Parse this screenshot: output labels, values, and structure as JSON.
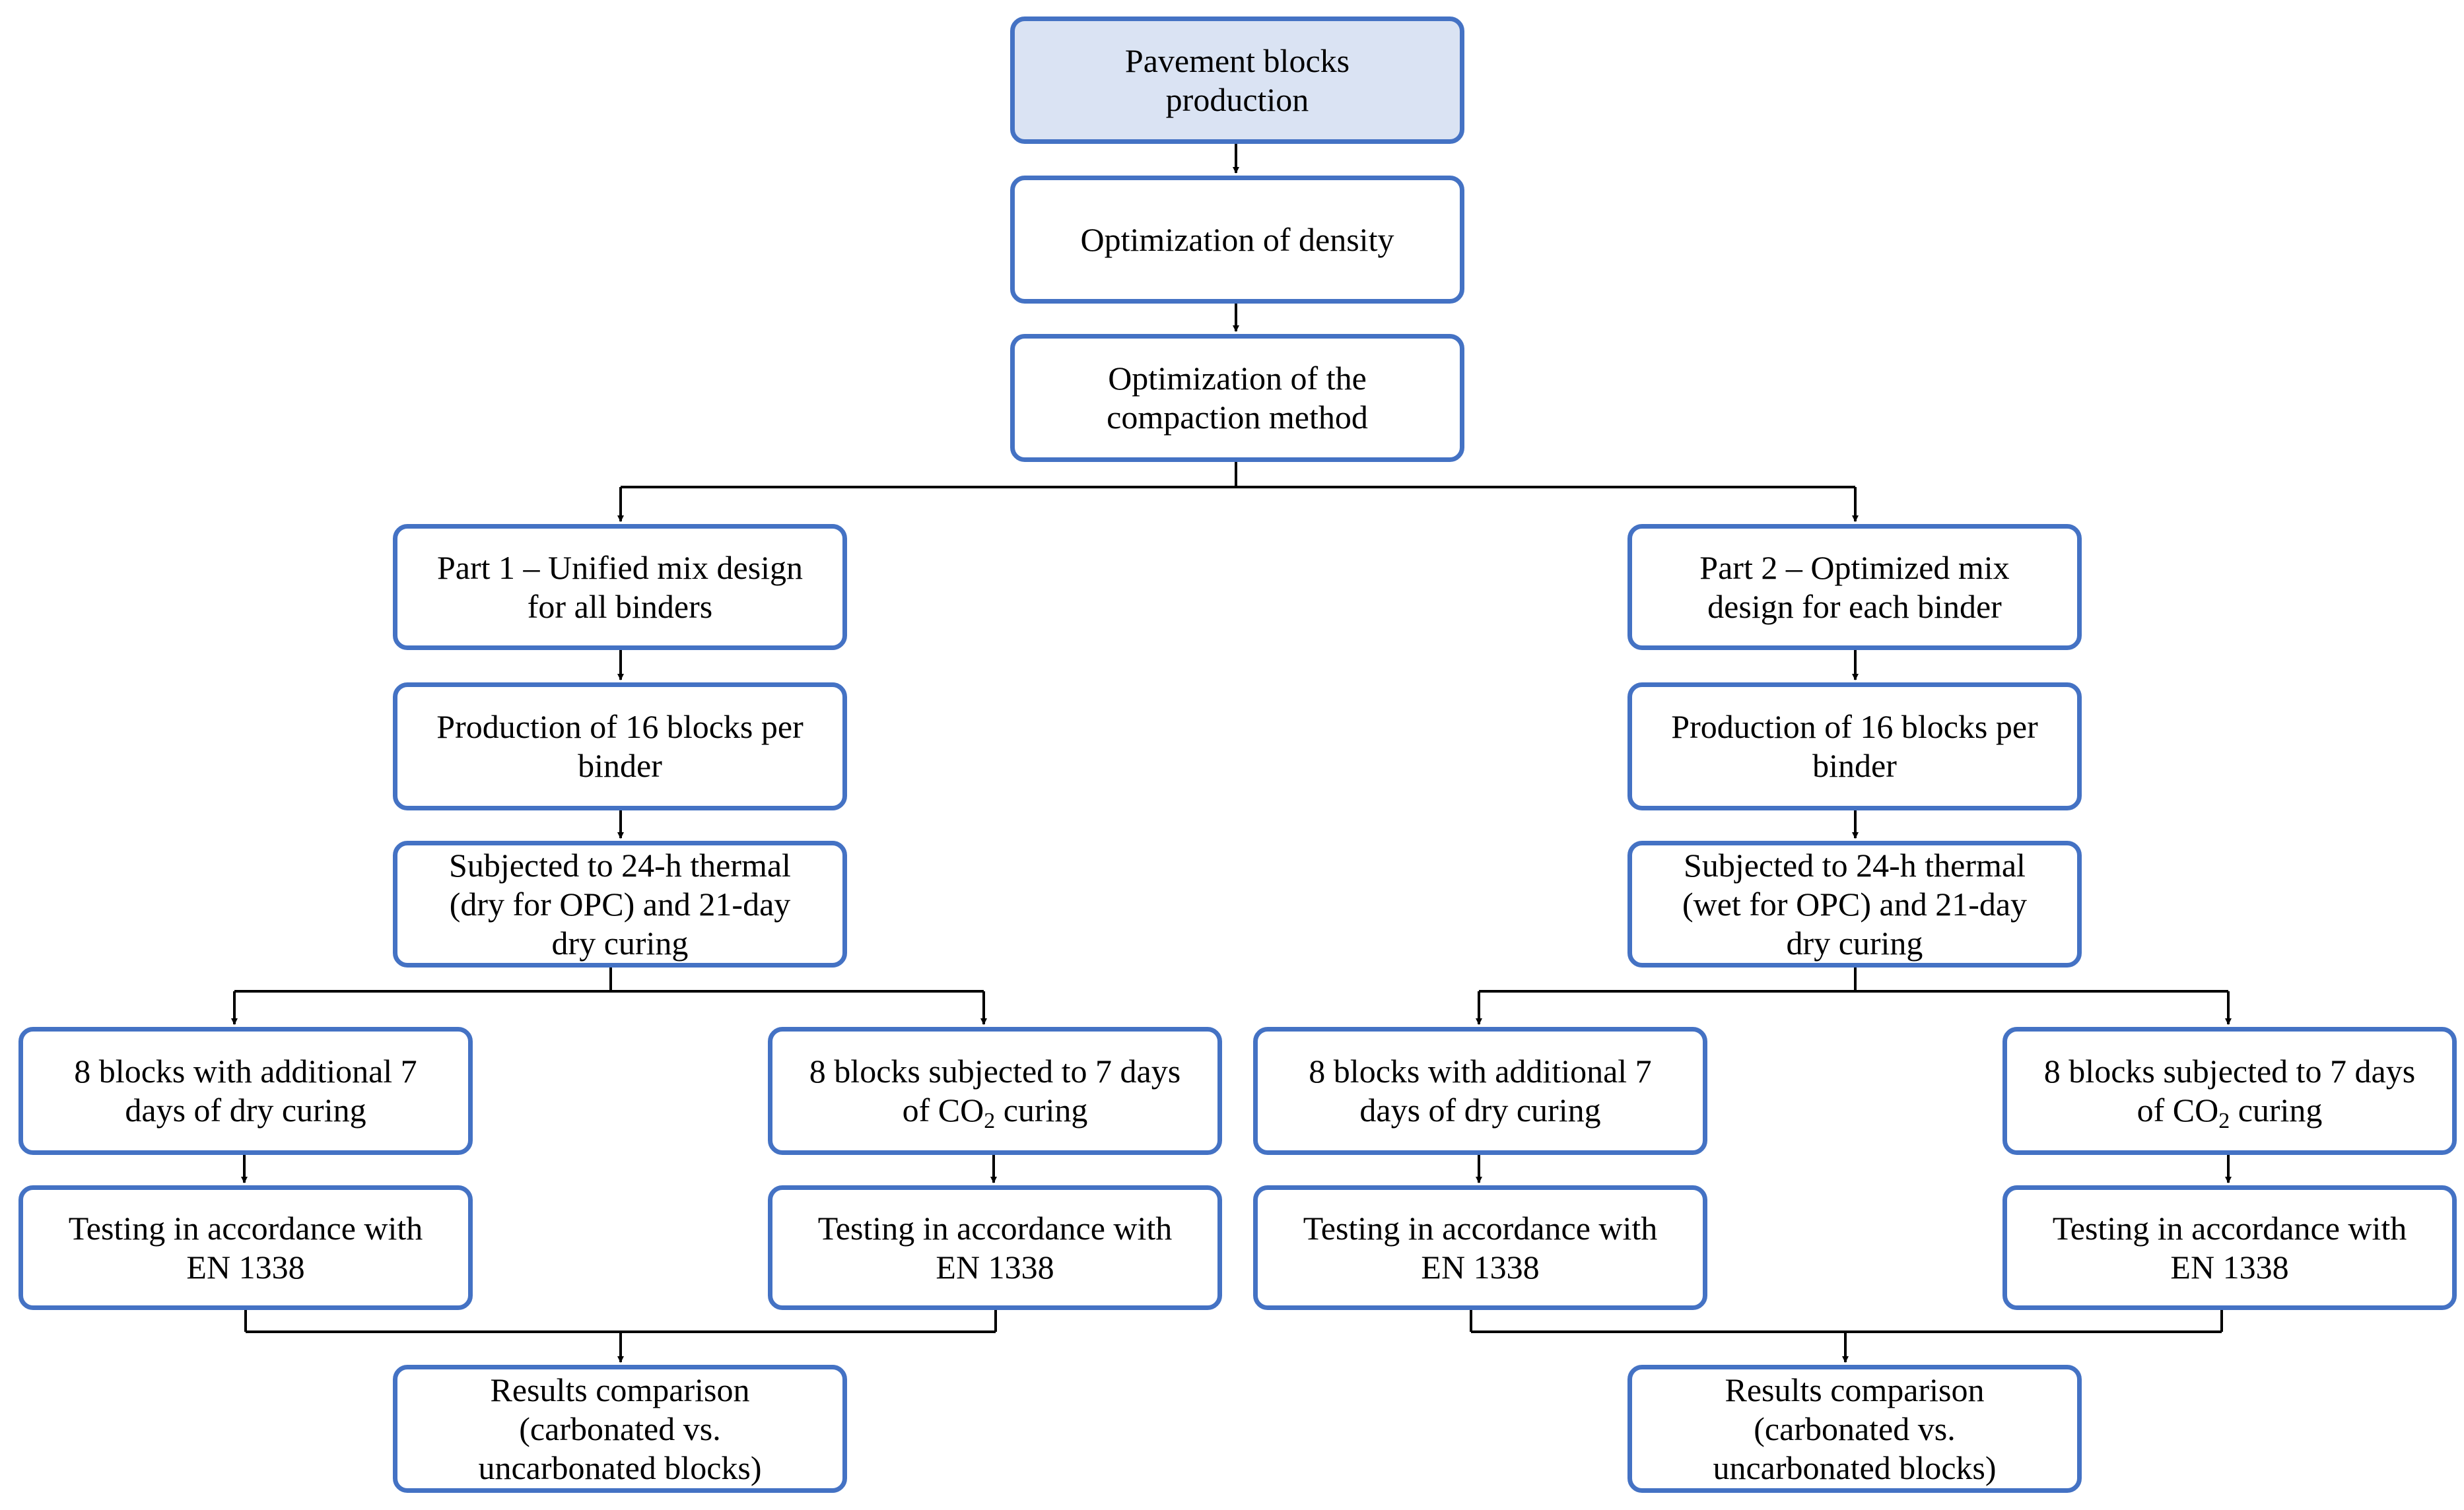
{
  "colors": {
    "border": "#4472C4",
    "highlight_fill": "#DAE3F3",
    "connector": "#000000"
  },
  "flowchart": {
    "start": {
      "line1": "Pavement blocks",
      "line2": "production"
    },
    "density": {
      "line1": "Optimization of density"
    },
    "compaction": {
      "line1": "Optimization of the",
      "line2": "compaction method"
    },
    "part1": {
      "title": {
        "line1": "Part 1 – Unified mix design",
        "line2": "for all binders"
      },
      "production": {
        "line1": "Production of 16 blocks per",
        "line2": "binder"
      },
      "curing": {
        "line1": "Subjected to 24-h thermal",
        "line2": "(dry for OPC) and 21-day",
        "line3": "dry curing"
      },
      "dry_branch": {
        "line1": "8 blocks with additional 7",
        "line2": "days of dry curing"
      },
      "co2_branch": {
        "line1": "8 blocks subjected to 7 days",
        "line2_pre": "of CO",
        "line2_sub": "2",
        "line2_post": " curing"
      },
      "test_dry": {
        "line1": "Testing in accordance with",
        "line2": "EN 1338"
      },
      "test_co2": {
        "line1": "Testing in accordance with",
        "line2": "EN 1338"
      },
      "results": {
        "line1": "Results comparison",
        "line2": "(carbonated vs.",
        "line3": "uncarbonated blocks)"
      }
    },
    "part2": {
      "title": {
        "line1": "Part 2 – Optimized mix",
        "line2": "design for each binder"
      },
      "production": {
        "line1": "Production of 16 blocks per",
        "line2": "binder"
      },
      "curing": {
        "line1": "Subjected to 24-h thermal",
        "line2": "(wet for OPC) and 21-day",
        "line3": "dry curing"
      },
      "dry_branch": {
        "line1": "8 blocks with additional 7",
        "line2": "days of dry curing"
      },
      "co2_branch": {
        "line1": "8 blocks subjected to 7 days",
        "line2_pre": "of CO",
        "line2_sub": "2",
        "line2_post": " curing"
      },
      "test_dry": {
        "line1": "Testing in accordance with",
        "line2": "EN 1338"
      },
      "test_co2": {
        "line1": "Testing in accordance with",
        "line2": "EN 1338"
      },
      "results": {
        "line1": "Results comparison",
        "line2": "(carbonated vs.",
        "line3": "uncarbonated blocks)"
      }
    }
  }
}
